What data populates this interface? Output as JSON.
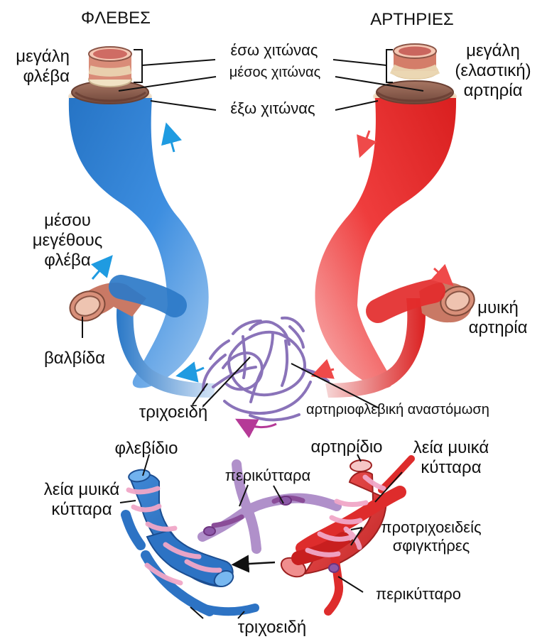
{
  "headings": {
    "veins": "ΦΛΕΒΕΣ",
    "arteries": "ΑΡΤΗΡΙΕΣ"
  },
  "labels": {
    "large_vein": "μεγάλη\nφλέβα",
    "large_artery": "μεγάλη\n(ελαστική)\nαρτηρία",
    "inner_tunic": "έσω χιτώνας",
    "middle_tunic": "μέσος χιτώνας",
    "outer_tunic": "έξω χιτώνας",
    "medium_vein": "μέσου\nμεγέθους\nφλέβα",
    "valve": "βαλβίδα",
    "muscular_artery": "μυική\nαρτηρία",
    "capillaries_top": "τριχοειδή",
    "anastomosis": "αρτηριοφλεβική αναστόμωση",
    "venule": "φλεβίδιο",
    "arteriole": "αρτηρίδιο",
    "smooth_muscle_right": "λεία μυικά\nκύτταρα",
    "smooth_muscle_left": "λεία μυικά\nκύτταρα",
    "pericytes": "περικύτταρα",
    "precapillary_sphincters": "προτριχοειδείς\nσφιγκτήρες",
    "pericyte": "περικύτταρο",
    "capillaries_bottom": "τριχοειδή"
  },
  "colors": {
    "vein": "#2c79c8",
    "vein_light": "#7fb7ee",
    "artery": "#e32b2b",
    "artery_light": "#f5a3a3",
    "capillary": "#8a73b9",
    "tunic_brown": "#8f6452",
    "tunic_cream": "#f4dfb5",
    "pink_muscle": "#f2b4d0",
    "arrow_blue": "#1f9be1",
    "arrow_red": "#ef4a4a",
    "arrow_purple": "#b53a97"
  }
}
